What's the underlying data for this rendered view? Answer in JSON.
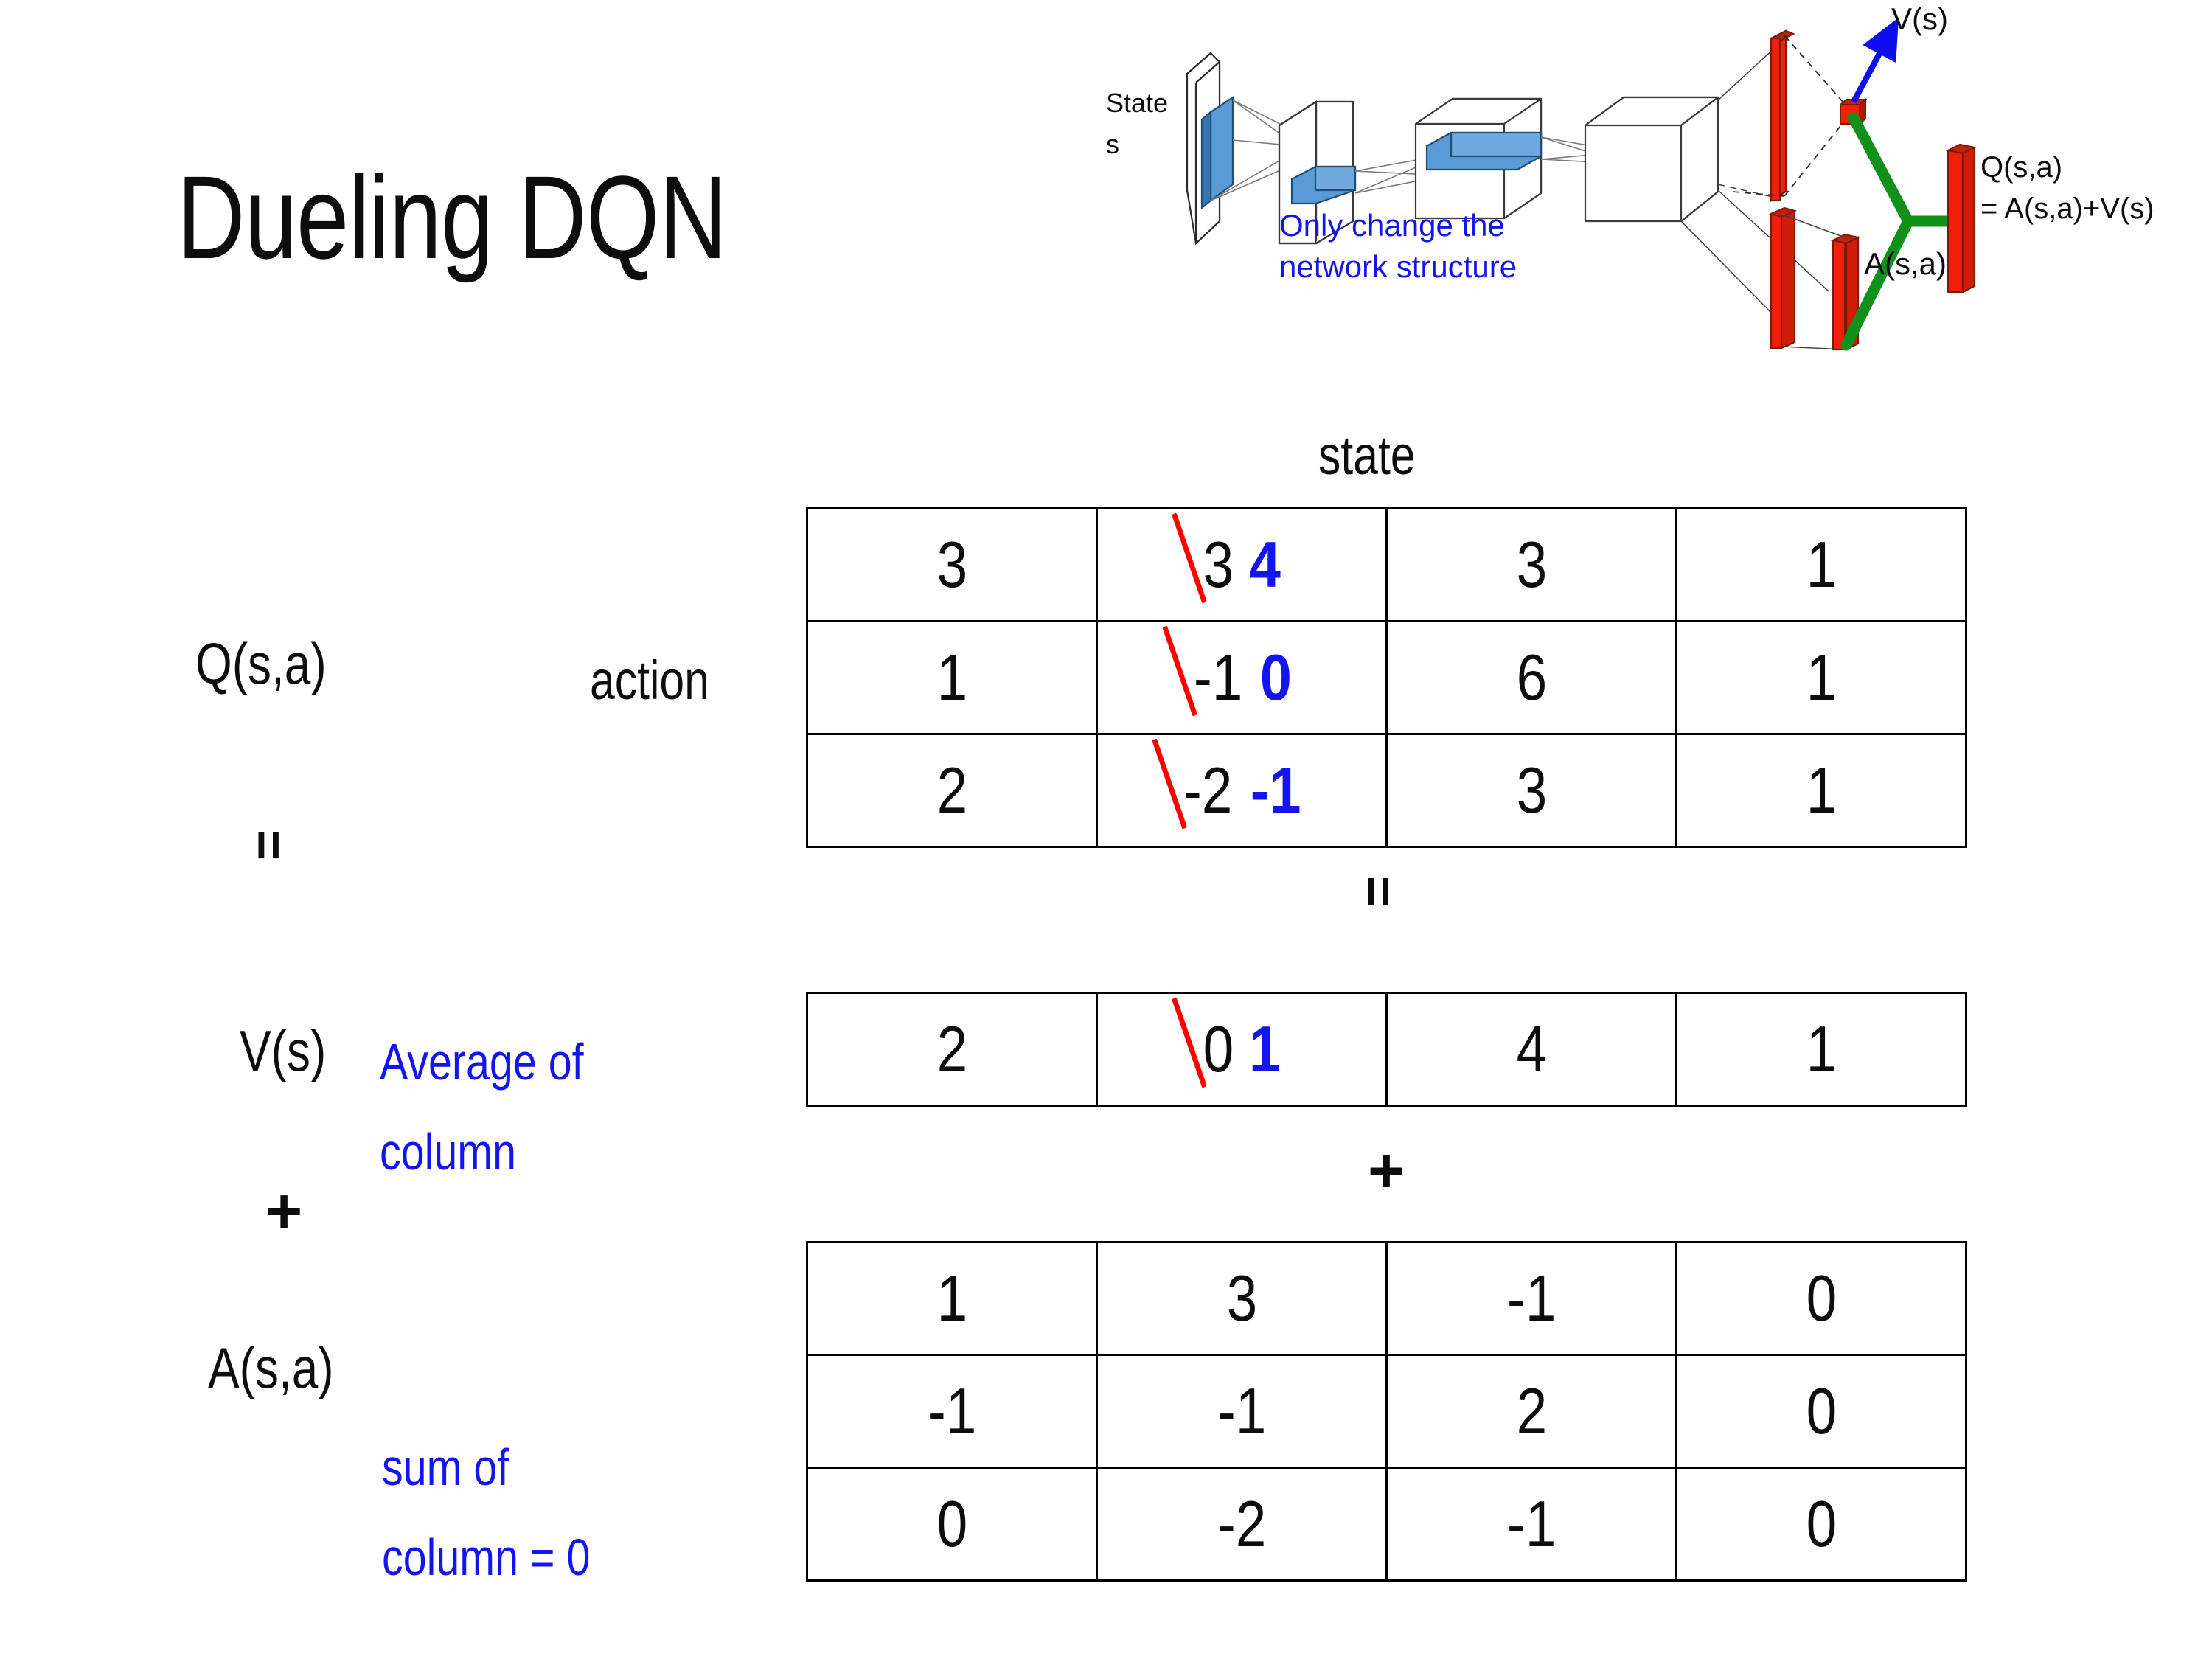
{
  "slide": {
    "title": "Dueling DQN",
    "background_color": "#ffffff",
    "accent_blue": "#1314ef",
    "strike_red": "#fe0000"
  },
  "diagram": {
    "state_label_line1": "State",
    "state_label_line2": "s",
    "note_line1": "Only change the",
    "note_line2": "network structure",
    "value_label": "V(s)",
    "advantage_label": "A(s,a)",
    "q_label_line1": "Q(s,a)",
    "q_label_line2": "= A(s,a)+V(s)",
    "colors": {
      "conv_blue": "#5b9bd5",
      "fc_red": "#f0200a",
      "combine_green": "#119119",
      "value_arrow_blue": "#0d0dee"
    }
  },
  "labels": {
    "state_axis": "state",
    "action_axis": "action",
    "q_label": "Q(s,a)",
    "v_label": "V(s)",
    "a_label": "A(s,a)",
    "avg_note_line1": "Average of",
    "avg_note_line2": "column",
    "sum_note_line1": "sum of",
    "sum_note_line2": "column = 0",
    "equals_q_to_sum": "=",
    "equals_between_tables": "=",
    "plus_left": "+",
    "plus_between_tables": "+"
  },
  "chart_data": {
    "type": "table",
    "title": "Dueling DQN decomposition Q(s,a) = V(s) + A(s,a)",
    "xlabel": "state",
    "ylabel": "action",
    "tables": [
      {
        "name": "Q(s,a)",
        "rows": 3,
        "cols": 4,
        "values": [
          [
            "3",
            "3",
            "3",
            "1"
          ],
          [
            "1",
            "-1",
            "6",
            "1"
          ],
          [
            "2",
            "-2",
            "3",
            "1"
          ]
        ],
        "edits": [
          {
            "row": 0,
            "col": 1,
            "old": "3",
            "new": "4"
          },
          {
            "row": 1,
            "col": 1,
            "old": "-1",
            "new": "0"
          },
          {
            "row": 2,
            "col": 1,
            "old": "-2",
            "new": "-1"
          }
        ]
      },
      {
        "name": "V(s)",
        "rows": 1,
        "cols": 4,
        "values": [
          [
            "2",
            "0",
            "4",
            "1"
          ]
        ],
        "edits": [
          {
            "row": 0,
            "col": 1,
            "old": "0",
            "new": "1"
          }
        ]
      },
      {
        "name": "A(s,a)",
        "rows": 3,
        "cols": 4,
        "values": [
          [
            "1",
            "3",
            "-1",
            "0"
          ],
          [
            "-1",
            "-1",
            "2",
            "0"
          ],
          [
            "0",
            "-2",
            "-1",
            "0"
          ]
        ],
        "edits": []
      }
    ]
  }
}
